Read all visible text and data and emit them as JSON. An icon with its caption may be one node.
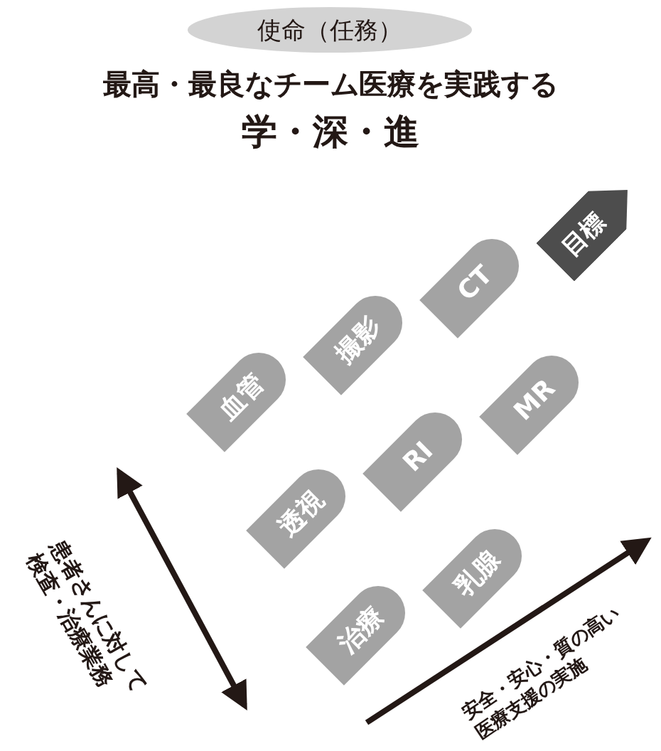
{
  "diagram": {
    "nodes": [
      {
        "text": [
          "使命（任務）"
        ]
      },
      {
        "text": [
          "撮影"
        ]
      },
      {
        "text": [
          "CT"
        ]
      },
      {
        "text": [
          "目標"
        ]
      },
      {
        "text": [
          "血管"
        ]
      },
      {
        "text": [
          "RI"
        ]
      },
      {
        "text": [
          "MR"
        ]
      },
      {
        "text": [
          "透視"
        ]
      },
      {
        "text": [
          "乳腺"
        ]
      },
      {
        "text": [
          "治療"
        ]
      }
    ],
    "labels": [
      "最高・最良なチーム医療を実践する",
      "学・深・進",
      "患者さんに対して検査・治療業務",
      "安全・安心・質の高い医療支援の実施"
    ]
  }
}
